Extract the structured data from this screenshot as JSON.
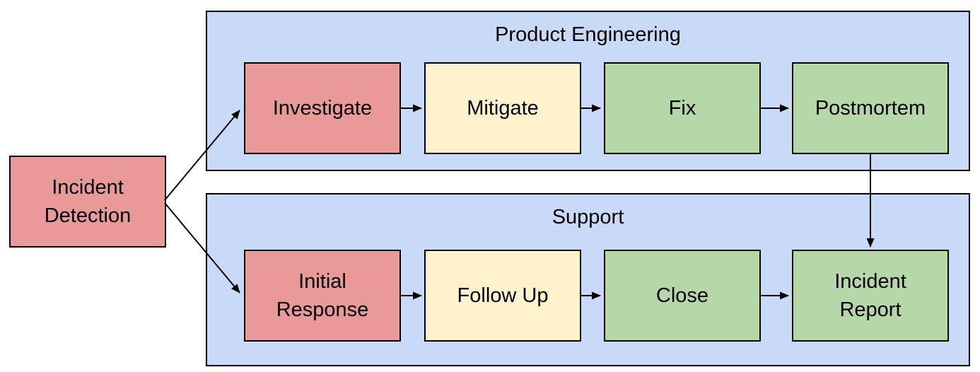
{
  "diagram": {
    "type": "flowchart-with-swimlanes",
    "start_node": {
      "id": "incident-detection",
      "label": "Incident Detection",
      "fill": "#ea9999"
    },
    "lanes": [
      {
        "title": "Product Engineering",
        "fill": "#c9daf8",
        "nodes": [
          {
            "id": "investigate",
            "label": "Investigate",
            "fill": "#ea9999"
          },
          {
            "id": "mitigate",
            "label": "Mitigate",
            "fill": "#fff2cc"
          },
          {
            "id": "fix",
            "label": "Fix",
            "fill": "#b6d7a8"
          },
          {
            "id": "postmortem",
            "label": "Postmortem",
            "fill": "#b6d7a8"
          }
        ]
      },
      {
        "title": "Support",
        "fill": "#c9daf8",
        "nodes": [
          {
            "id": "initial-response",
            "label": "Initial Response",
            "fill": "#ea9999"
          },
          {
            "id": "follow-up",
            "label": "Follow Up",
            "fill": "#fff2cc"
          },
          {
            "id": "close",
            "label": "Close",
            "fill": "#b6d7a8"
          },
          {
            "id": "incident-report",
            "label": "Incident Report",
            "fill": "#b6d7a8"
          }
        ]
      }
    ],
    "edges": [
      {
        "from": "incident-detection",
        "to": "investigate"
      },
      {
        "from": "incident-detection",
        "to": "initial-response"
      },
      {
        "from": "investigate",
        "to": "mitigate"
      },
      {
        "from": "mitigate",
        "to": "fix"
      },
      {
        "from": "fix",
        "to": "postmortem"
      },
      {
        "from": "postmortem",
        "to": "incident-report"
      },
      {
        "from": "initial-response",
        "to": "follow-up"
      },
      {
        "from": "follow-up",
        "to": "close"
      },
      {
        "from": "close",
        "to": "incident-report"
      }
    ],
    "colors": {
      "node_red": "#ea9999",
      "node_yellow": "#fff2cc",
      "node_green": "#b6d7a8",
      "lane_blue": "#c9daf8",
      "stroke": "#000000",
      "background": "#ffffff"
    }
  }
}
